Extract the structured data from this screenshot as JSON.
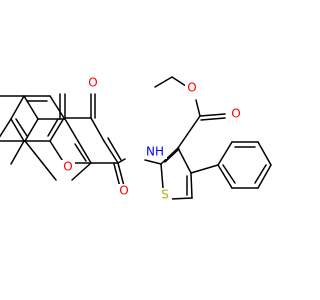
{
  "colors": {
    "background": "#ffffff",
    "bond": "#000000",
    "oxygen": "#ff0000",
    "nitrogen": "#0000ff",
    "sulfur": "#b2b200"
  },
  "labels": {
    "ester_carbonyl_o": "O",
    "ester_ether_o": "O",
    "chromone_keto_o": "O",
    "chromone_ring_o": "O",
    "amide_o": "O",
    "amide_nh": "NH",
    "thiophene_s": "S"
  }
}
